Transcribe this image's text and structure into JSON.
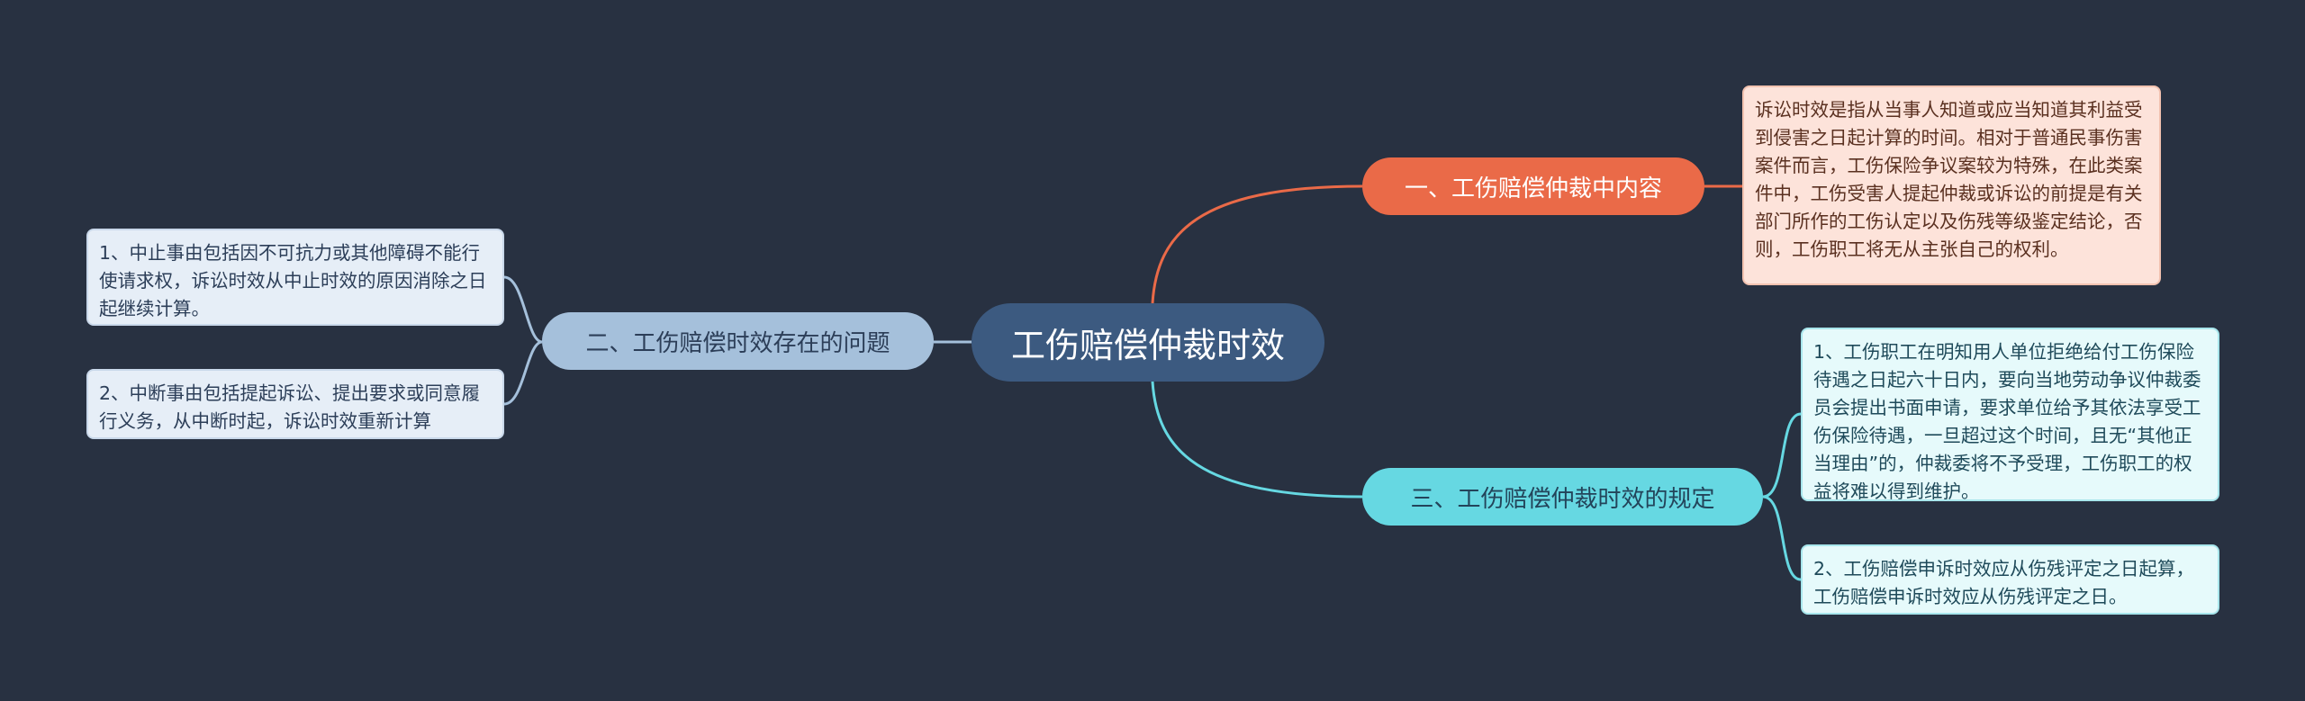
{
  "root": {
    "label": "工伤赔偿仲裁时效",
    "color": "#3c5a80"
  },
  "branches": [
    {
      "label": "一、工伤赔偿仲裁中内容",
      "color": "#ea6a48",
      "details": [
        "诉讼时效是指从当事人知道或应当知道其利益受到侵害之日起计算的时间。相对于普通民事伤害案件而言，工伤保险争议案较为特殊，在此类案件中，工伤受害人提起仲裁或诉讼的前提是有关部门所作的工伤认定以及伤残等级鉴定结论，否则，工伤职工将无从主张自己的权利。"
      ]
    },
    {
      "label": "二、工伤赔偿时效存在的问题",
      "color": "#a5c0db",
      "details": [
        "1、中止事由包括因不可抗力或其他障碍不能行使请求权，诉讼时效从中止时效的原因消除之日起继续计算。",
        "2、中断事由包括提起诉讼、提出要求或同意履行义务，从中断时起，诉讼时效重新计算"
      ]
    },
    {
      "label": "三、工伤赔偿仲裁时效的规定",
      "color": "#66d8e2",
      "details": [
        "1、工伤职工在明知用人单位拒绝给付工伤保险待遇之日起六十日内，要向当地劳动争议仲裁委员会提出书面申请，要求单位给予其依法享受工伤保险待遇，一旦超过这个时间，且无“其他正当理由”的，仲裁委将不予受理，工伤职工的权益将难以得到维护。",
        "2、工伤赔偿申诉时效应从伤残评定之日起算，工伤赔偿申诉时效应从伤残评定之日。"
      ]
    }
  ]
}
